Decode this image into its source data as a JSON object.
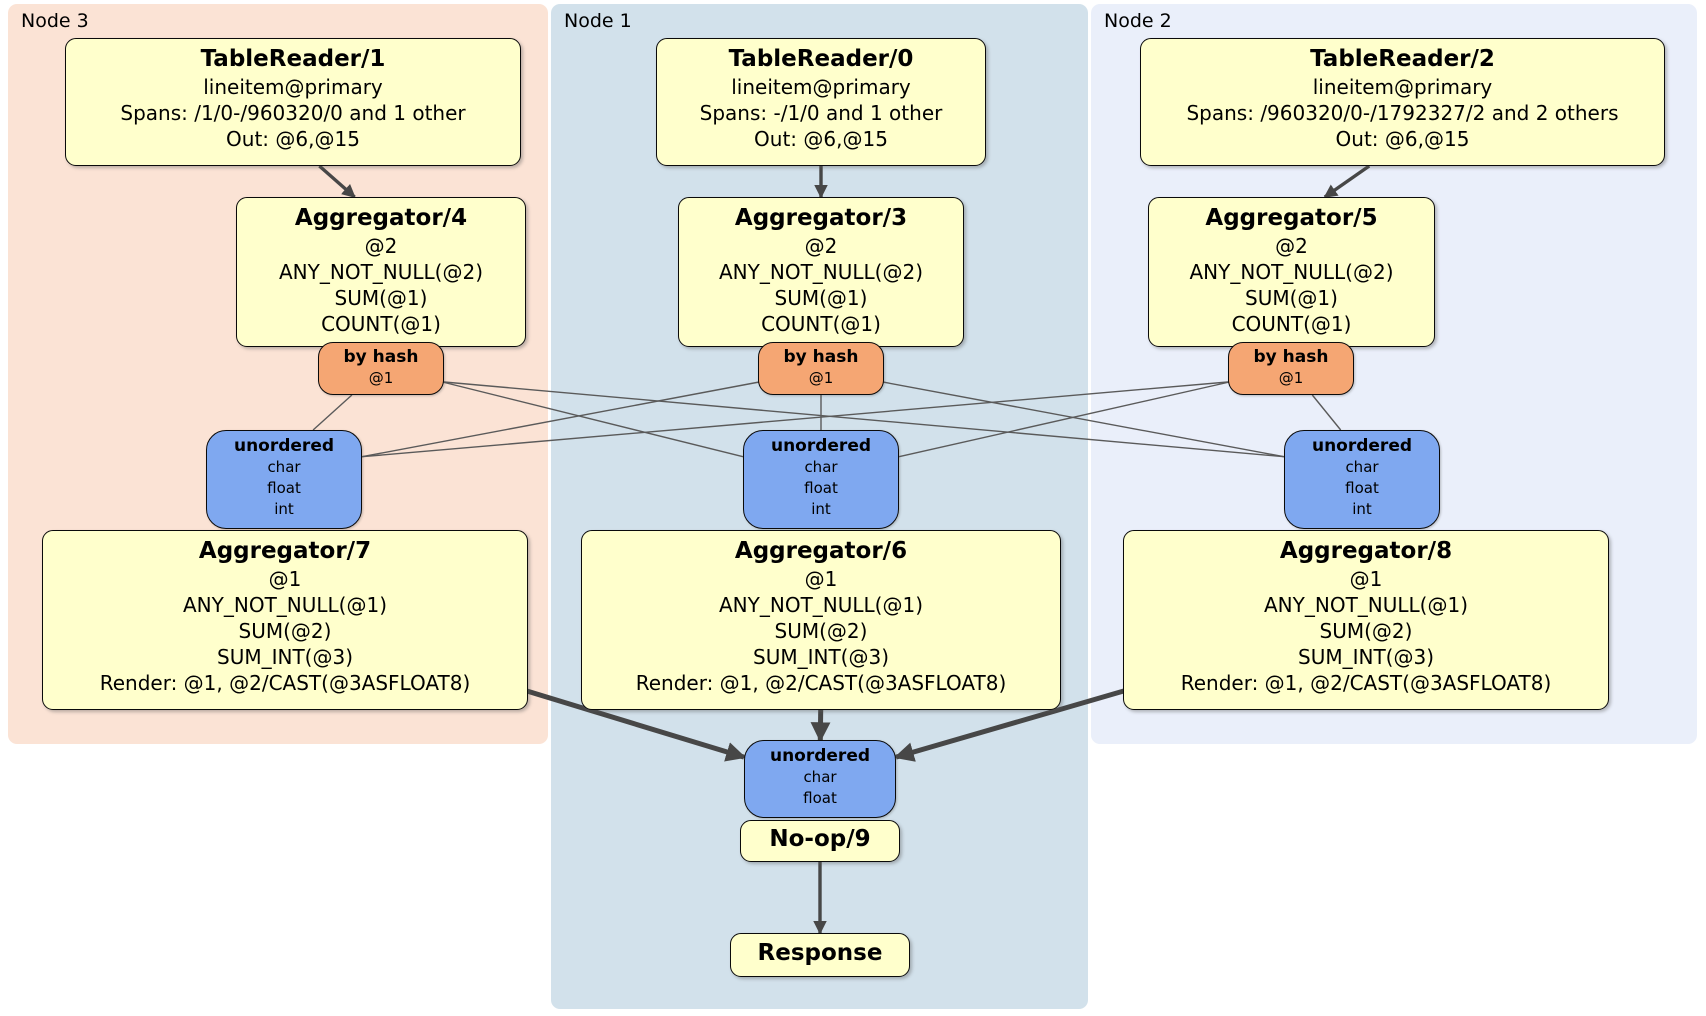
{
  "diagram": {
    "type": "distsql-plan",
    "colors": {
      "processor_fill": "#ffffcc",
      "router_fill": "#f5a673",
      "sync_fill": "#7fa8f0",
      "panel_node3": "#fbe3d5",
      "panel_node1": "#d2e1eb",
      "panel_node2": "#eaeffa",
      "edge": "#474747",
      "edge_thin": "#5a5a5a"
    },
    "panels": {
      "node3": {
        "label": "Node 3"
      },
      "node1": {
        "label": "Node 1"
      },
      "node2": {
        "label": "Node 2"
      }
    },
    "nodes": {
      "tr1": {
        "title": "TableReader/1",
        "lines": [
          "lineitem@primary",
          "Spans: /1/0-/960320/0 and 1 other",
          "Out: @6,@15"
        ]
      },
      "tr0": {
        "title": "TableReader/0",
        "lines": [
          "lineitem@primary",
          "Spans: -/1/0 and 1 other",
          "Out: @6,@15"
        ]
      },
      "tr2": {
        "title": "TableReader/2",
        "lines": [
          "lineitem@primary",
          "Spans: /960320/0-/1792327/2 and 2 others",
          "Out: @6,@15"
        ]
      },
      "agg4": {
        "title": "Aggregator/4",
        "lines": [
          "@2",
          "ANY_NOT_NULL(@2)",
          "SUM(@1)",
          "COUNT(@1)"
        ]
      },
      "agg3": {
        "title": "Aggregator/3",
        "lines": [
          "@2",
          "ANY_NOT_NULL(@2)",
          "SUM(@1)",
          "COUNT(@1)"
        ]
      },
      "agg5": {
        "title": "Aggregator/5",
        "lines": [
          "@2",
          "ANY_NOT_NULL(@2)",
          "SUM(@1)",
          "COUNT(@1)"
        ]
      },
      "r3": {
        "title": "by hash",
        "lines": [
          "@1"
        ]
      },
      "r1": {
        "title": "by hash",
        "lines": [
          "@1"
        ]
      },
      "r2": {
        "title": "by hash",
        "lines": [
          "@1"
        ]
      },
      "s3": {
        "title": "unordered",
        "lines": [
          "char",
          "float",
          "int"
        ]
      },
      "s1": {
        "title": "unordered",
        "lines": [
          "char",
          "float",
          "int"
        ]
      },
      "s2": {
        "title": "unordered",
        "lines": [
          "char",
          "float",
          "int"
        ]
      },
      "agg7": {
        "title": "Aggregator/7",
        "lines": [
          "@1",
          "ANY_NOT_NULL(@1)",
          "SUM(@2)",
          "SUM_INT(@3)",
          "Render: @1, @2/CAST(@3ASFLOAT8)"
        ]
      },
      "agg6": {
        "title": "Aggregator/6",
        "lines": [
          "@1",
          "ANY_NOT_NULL(@1)",
          "SUM(@2)",
          "SUM_INT(@3)",
          "Render: @1, @2/CAST(@3ASFLOAT8)"
        ]
      },
      "agg8": {
        "title": "Aggregator/8",
        "lines": [
          "@1",
          "ANY_NOT_NULL(@1)",
          "SUM(@2)",
          "SUM_INT(@3)",
          "Render: @1, @2/CAST(@3ASFLOAT8)"
        ]
      },
      "sfinal": {
        "title": "unordered",
        "lines": [
          "char",
          "float"
        ]
      },
      "noop9": {
        "title": "No-op/9",
        "lines": []
      },
      "response": {
        "title": "Response",
        "lines": []
      }
    },
    "edges": [
      {
        "from": "tr1",
        "to": "agg4",
        "style": "med"
      },
      {
        "from": "tr0",
        "to": "agg3",
        "style": "med"
      },
      {
        "from": "tr2",
        "to": "agg5",
        "style": "med"
      },
      {
        "from": "r3",
        "to": "s3",
        "style": "thin"
      },
      {
        "from": "r3",
        "to": "s1",
        "style": "thin"
      },
      {
        "from": "r3",
        "to": "s2",
        "style": "thin"
      },
      {
        "from": "r1",
        "to": "s3",
        "style": "thin"
      },
      {
        "from": "r1",
        "to": "s1",
        "style": "thin"
      },
      {
        "from": "r1",
        "to": "s2",
        "style": "thin"
      },
      {
        "from": "r2",
        "to": "s3",
        "style": "thin"
      },
      {
        "from": "r2",
        "to": "s1",
        "style": "thin"
      },
      {
        "from": "r2",
        "to": "s2",
        "style": "thin"
      },
      {
        "from": "agg7",
        "to": "sfinal",
        "style": "thick"
      },
      {
        "from": "agg6",
        "to": "sfinal",
        "style": "thick"
      },
      {
        "from": "agg8",
        "to": "sfinal",
        "style": "thick"
      },
      {
        "from": "noop9",
        "to": "response",
        "style": "med"
      }
    ]
  }
}
